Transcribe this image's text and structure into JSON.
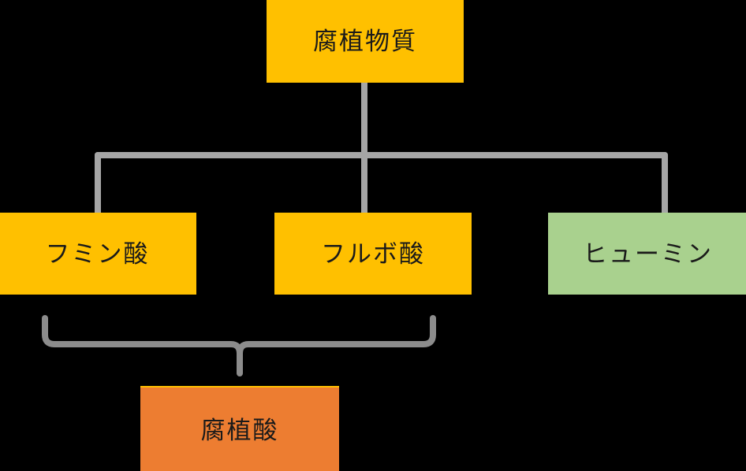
{
  "diagram": {
    "title_text": "腐植物質",
    "type": "hierarchy-tree",
    "background_color": "#000000",
    "connector_color": "#A6A6A6",
    "nodes": [
      {
        "id": "humic-substances",
        "label": "腐植物質",
        "fill": "#FFC000",
        "text_color": "#1A1A1A",
        "level": 1
      },
      {
        "id": "humin-acid",
        "label": "フミン酸",
        "fill": "#FFC000",
        "text_color": "#1A1A1A",
        "level": 2
      },
      {
        "id": "fulvic-acid",
        "label": "フルボ酸",
        "fill": "#FFC000",
        "text_color": "#1A1A1A",
        "level": 2
      },
      {
        "id": "humin",
        "label": "ヒューミン",
        "fill": "#A9D18E",
        "text_color": "#1A1A1A",
        "level": 2
      },
      {
        "id": "humic-acid",
        "label": "腐植酸",
        "fill": "#ED7D31",
        "text_color": "#1A1A1A",
        "level": 3
      }
    ]
  }
}
